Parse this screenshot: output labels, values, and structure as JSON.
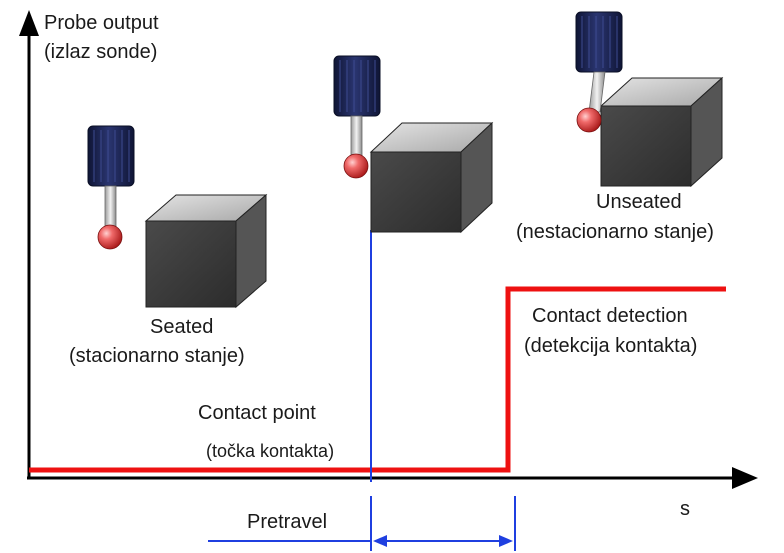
{
  "axes": {
    "y_label_line1": "Probe output",
    "y_label_line2": "(izlaz sonde)",
    "x_label": "s"
  },
  "states": {
    "seated": {
      "line1": "Seated",
      "line2": "(stacionarno stanje)"
    },
    "contact_point": {
      "line1": "Contact point",
      "line2": "(točka kontakta)"
    },
    "contact_detection": {
      "line1": "Contact detection",
      "line2": "(detekcija kontakta)"
    },
    "unseated": {
      "line1": "Unseated",
      "line2": "(nestacionarno stanje)"
    }
  },
  "pretravel": {
    "label": "Pretravel"
  },
  "colors": {
    "signal": "#ee1111",
    "marker": "#1f3fe0",
    "axis": "#000000",
    "probe_body": "#1c2450",
    "stylus_ball": "#e03a3a",
    "block_front": "#3a3a3a",
    "block_top": "#cfcfcf",
    "block_side": "#5a5a5a"
  },
  "icons": [
    "probe-icon",
    "workpiece-block-icon"
  ]
}
